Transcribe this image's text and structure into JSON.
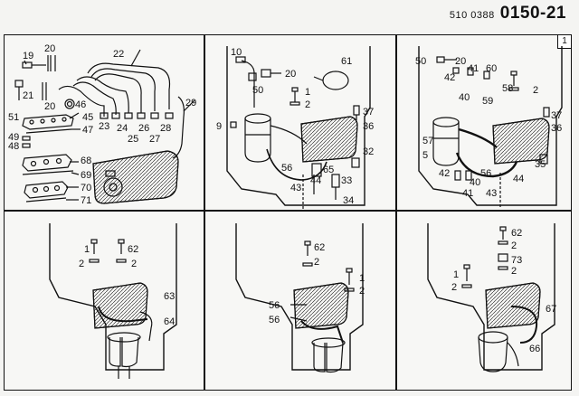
{
  "document": {
    "doc_number": "510 0388",
    "sheet_code": "0150-21",
    "page_marker": "1"
  },
  "panels": [
    {
      "id": "p1",
      "callouts": [
        "19",
        "20",
        "20",
        "21",
        "22",
        "23",
        "24",
        "25",
        "26",
        "27",
        "28",
        "29",
        "45",
        "46",
        "47",
        "48",
        "49",
        "51",
        "68",
        "69",
        "70",
        "71"
      ]
    },
    {
      "id": "p2",
      "callouts": [
        "10",
        "20",
        "50",
        "61",
        "1",
        "2",
        "9",
        "37",
        "36",
        "32",
        "65",
        "56",
        "44",
        "43",
        "33",
        "34"
      ]
    },
    {
      "id": "p3",
      "callouts": [
        "50",
        "20",
        "41",
        "60",
        "42",
        "40",
        "58",
        "2",
        "59",
        "37",
        "36",
        "57",
        "5",
        "42",
        "41",
        "40",
        "56",
        "44",
        "43",
        "35"
      ]
    },
    {
      "id": "p4",
      "callouts": [
        "1",
        "62",
        "2",
        "2",
        "63",
        "64"
      ]
    },
    {
      "id": "p5",
      "callouts": [
        "62",
        "2",
        "1",
        "2",
        "56",
        "56"
      ]
    },
    {
      "id": "p6",
      "callouts": [
        "62",
        "2",
        "73",
        "1",
        "2",
        "2",
        "67",
        "66"
      ]
    }
  ]
}
